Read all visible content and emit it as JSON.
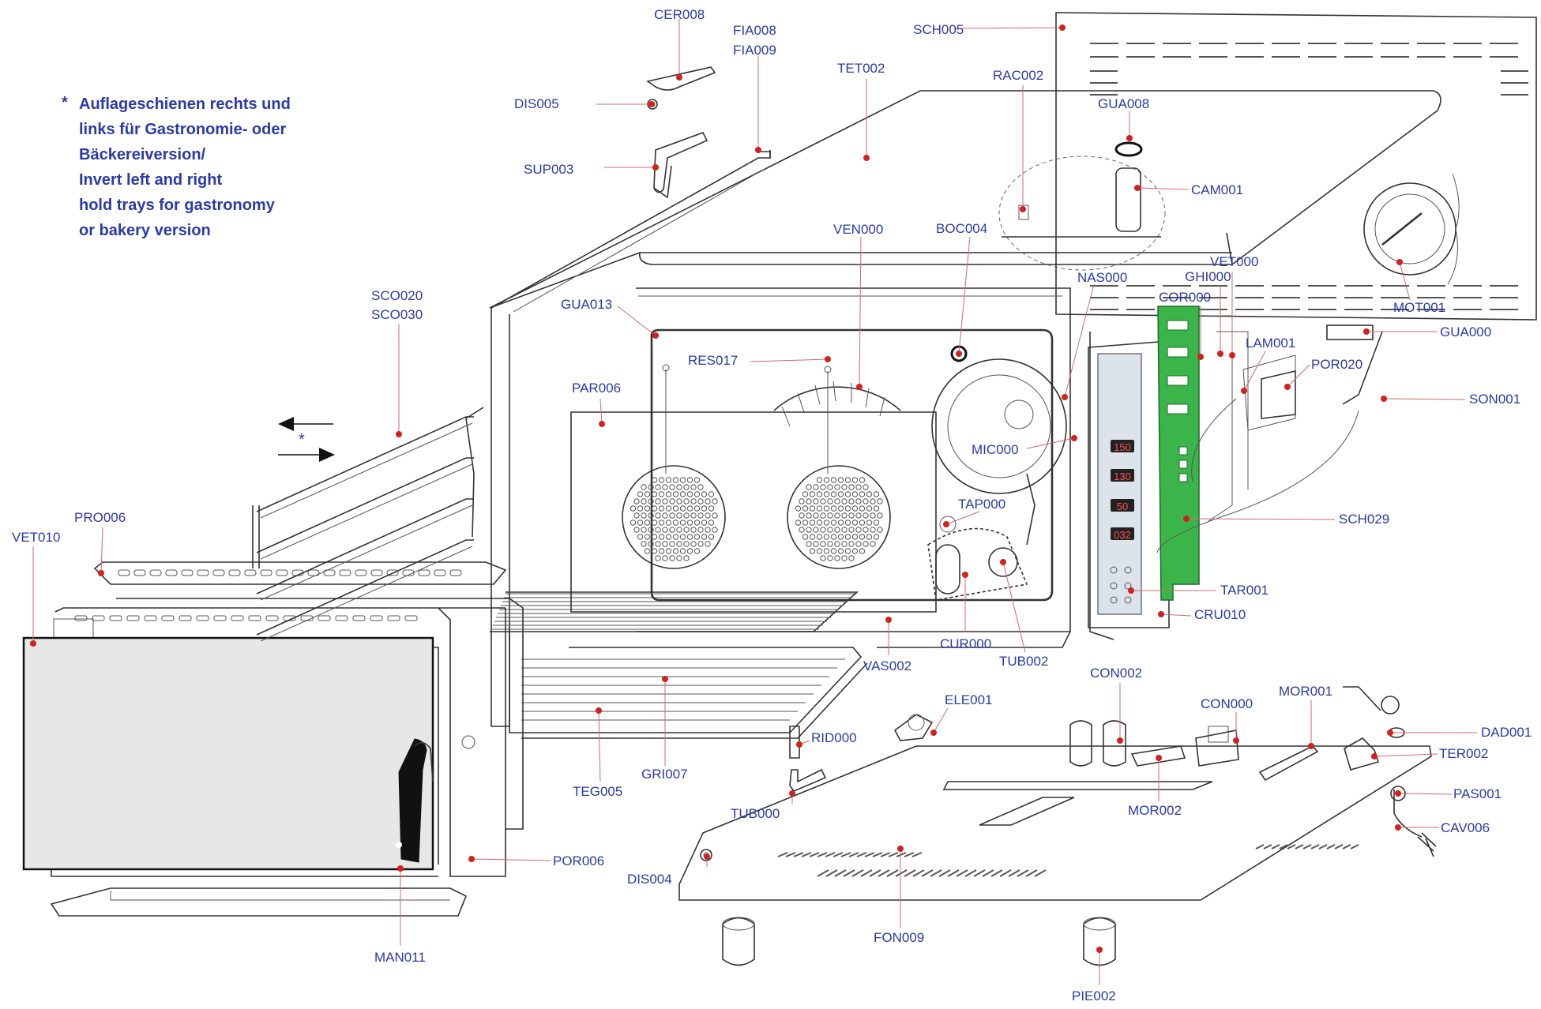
{
  "note": {
    "asterisk": "*",
    "lines": [
      "Auflageschienen rechts und",
      "links für Gastronomie- oder",
      "Bäckereiversion/",
      "Invert left and right",
      "hold trays for gastronomy",
      "or bakery version"
    ]
  },
  "rack_marker": "*",
  "display": {
    "readouts": [
      "150",
      "130",
      "50",
      "032"
    ],
    "color": "#cc2222"
  },
  "colors": {
    "label": "#2a3aa8",
    "marker": "#d42020",
    "leader": "#d26a6a",
    "board": "#3bb54a"
  },
  "labels": [
    {
      "text": "CER008"
    },
    {
      "text": "FIA008"
    },
    {
      "text": "FIA009"
    },
    {
      "text": "SCH005"
    },
    {
      "text": "TET002"
    },
    {
      "text": "RAC002"
    },
    {
      "text": "GUA008"
    },
    {
      "text": "CAM001"
    },
    {
      "text": "DIS005"
    },
    {
      "text": "SUP003"
    },
    {
      "text": "VEN000"
    },
    {
      "text": "BOC004"
    },
    {
      "text": "NAS000"
    },
    {
      "text": "GHI000"
    },
    {
      "text": "VET000"
    },
    {
      "text": "COR000"
    },
    {
      "text": "MOT001"
    },
    {
      "text": "GUA000"
    },
    {
      "text": "SCO020"
    },
    {
      "text": "SCO030"
    },
    {
      "text": "GUA013"
    },
    {
      "text": "RES017"
    },
    {
      "text": "LAM001"
    },
    {
      "text": "POR020"
    },
    {
      "text": "PAR006"
    },
    {
      "text": "SON001"
    },
    {
      "text": "MIC000"
    },
    {
      "text": "TAP000"
    },
    {
      "text": "PRO006"
    },
    {
      "text": "VET010"
    },
    {
      "text": "SCH029"
    },
    {
      "text": "TAR001"
    },
    {
      "text": "CRU010"
    },
    {
      "text": "CUR000"
    },
    {
      "text": "TUB002"
    },
    {
      "text": "VAS002"
    },
    {
      "text": "CON002"
    },
    {
      "text": "ELE001"
    },
    {
      "text": "CON000"
    },
    {
      "text": "MOR001"
    },
    {
      "text": "RID000"
    },
    {
      "text": "DAD001"
    },
    {
      "text": "TER002"
    },
    {
      "text": "TEG005"
    },
    {
      "text": "GRI007"
    },
    {
      "text": "TUB000"
    },
    {
      "text": "MOR002"
    },
    {
      "text": "PAS001"
    },
    {
      "text": "CAV006"
    },
    {
      "text": "POR006"
    },
    {
      "text": "DIS004"
    },
    {
      "text": "FON009"
    },
    {
      "text": "MAN011"
    },
    {
      "text": "PIE002"
    }
  ]
}
